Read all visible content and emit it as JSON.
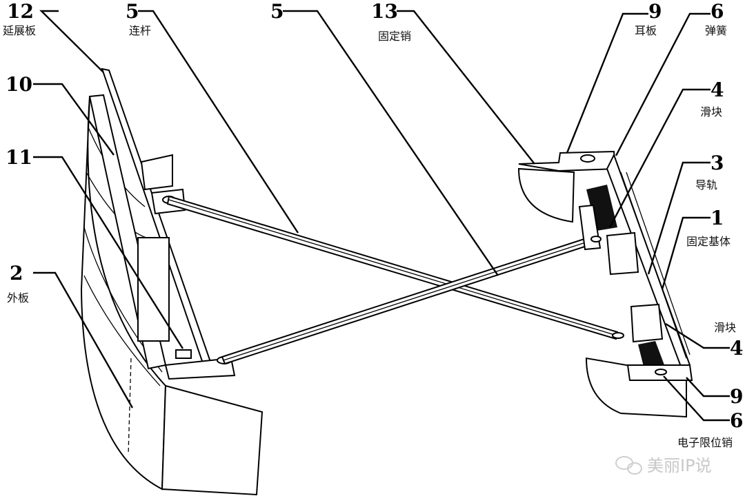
{
  "title": "Patent mechanism diagram",
  "labels": {
    "l12": {
      "num": "12",
      "text": "延展板"
    },
    "l5a": {
      "num": "5",
      "text": "连杆"
    },
    "l5b": {
      "num": "5"
    },
    "l13": {
      "num": "13",
      "text": "固定销"
    },
    "l9a": {
      "num": "9",
      "text": "耳板"
    },
    "l6a": {
      "num": "6",
      "text": "弹簧"
    },
    "l4a": {
      "num": "4",
      "text": "滑块"
    },
    "l3": {
      "num": "3",
      "text": "导轨"
    },
    "l1": {
      "num": "1",
      "text": "固定基体"
    },
    "l10": {
      "num": "10"
    },
    "l11": {
      "num": "11"
    },
    "l2": {
      "num": "2",
      "text": "外板"
    },
    "l4b": {
      "num": "4",
      "text": "滑块"
    },
    "l9b": {
      "num": "9"
    },
    "l6b": {
      "num": "6",
      "text": "电子限位销"
    }
  },
  "watermark": "美丽IP说"
}
